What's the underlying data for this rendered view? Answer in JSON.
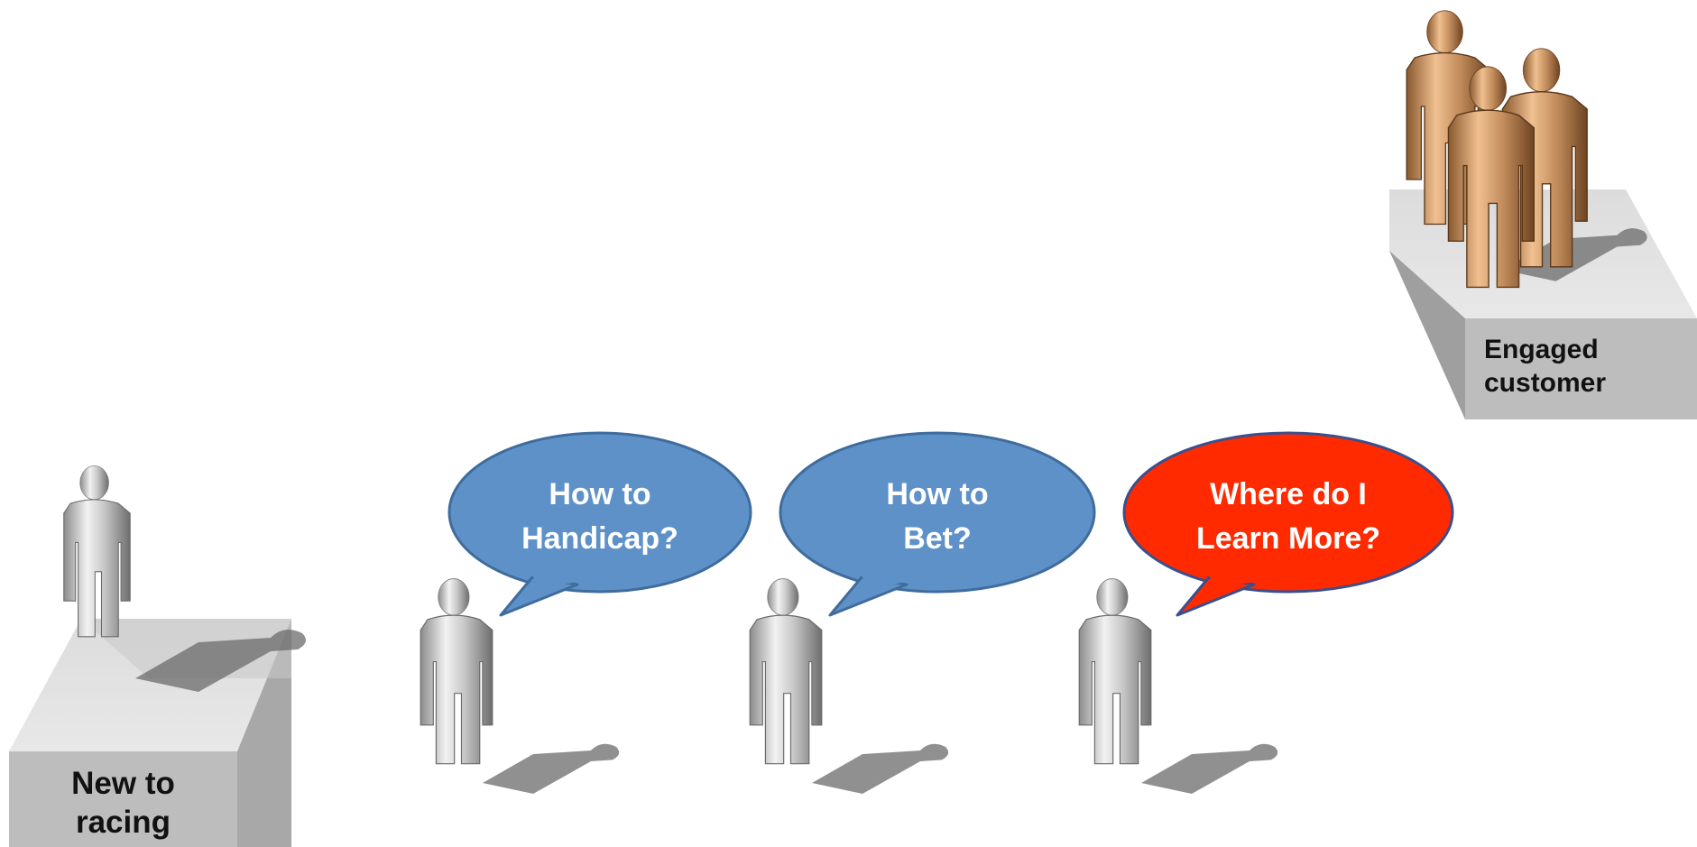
{
  "stages": {
    "start": {
      "label_line1": "New to",
      "label_line2": "racing"
    },
    "end": {
      "label_line1": "Engaged",
      "label_line2": "customer"
    }
  },
  "bubbles": [
    {
      "line1": "How to",
      "line2": "Handicap?",
      "color": "#5E91C8"
    },
    {
      "line1": "How to",
      "line2": "Bet?",
      "color": "#5E91C8"
    },
    {
      "line1": "Where do I",
      "line2": "Learn More?",
      "color": "#FF2A00"
    }
  ],
  "figure_colors": {
    "silver": "#B8B8B8",
    "bronze": "#C08A5A"
  }
}
